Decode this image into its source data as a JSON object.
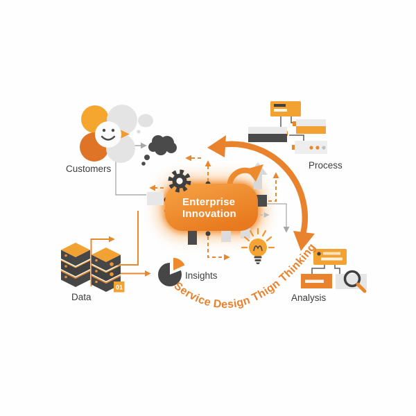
{
  "diagram": {
    "center": {
      "line1": "Enterprise",
      "line2": "Innovation"
    },
    "curved_caption": "Service Design Thign Thinking",
    "nodes": {
      "customers": {
        "label": "Customers"
      },
      "process": {
        "label": "Process"
      },
      "data": {
        "label": "Data",
        "badge": "01"
      },
      "insights": {
        "label": "Insights"
      },
      "analysis": {
        "label": "Analysis"
      }
    },
    "icons": {
      "gear": "gear-icon",
      "lightbulb": "lightbulb-icon",
      "magnifier": "magnifier-icon",
      "smiley_face": "smiley-face-icon",
      "thought_bubbles": "thought-bubble-icon",
      "database_stacks": "database-stack-icon",
      "pie_chart": "pie-chart-icon",
      "up_arrow": "up-arrow-icon",
      "curl_arrow": "curved-up-arrow-icon",
      "cycle_arrow": "big-cycle-arrow"
    },
    "colors": {
      "orange": "#E8872C",
      "orange_light": "#F4A62F",
      "orange_deep": "#E07426",
      "center_box_top": "#F6A446",
      "center_box_bottom": "#E8791E",
      "dark_gray": "#454545",
      "light_gray": "#E4E4E4",
      "label_text": "#3C3C3C",
      "white": "#FFFFFF"
    }
  }
}
